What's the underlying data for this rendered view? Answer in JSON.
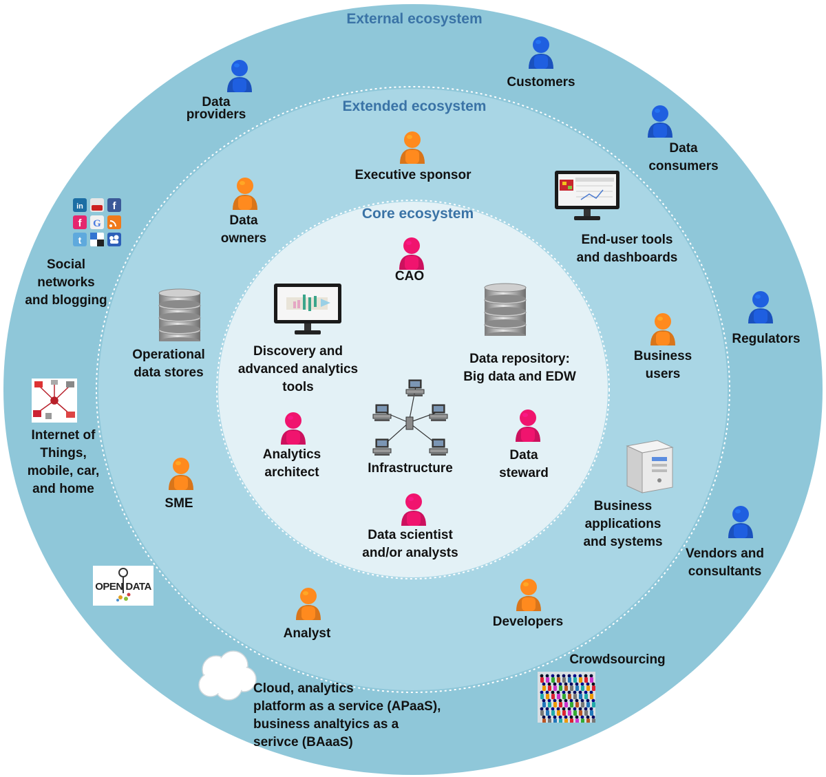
{
  "colors": {
    "outer_ring": "#8fc7d9",
    "middle_ring": "#a9d6e5",
    "core": "#e3f1f6",
    "ring_title": "#3a73a6",
    "external_person": "#1f5fe0",
    "extended_person": "#ff8a1e",
    "core_person": "#f0146e"
  },
  "rings": {
    "external": "External ecosystem",
    "extended": "Extended ecosystem",
    "core": "Core ecosystem"
  },
  "external": {
    "data_providers": [
      "Data",
      "providers"
    ],
    "customers": [
      "Customers"
    ],
    "data_consumers": [
      "Data",
      "consumers"
    ],
    "regulators": [
      "Regulators"
    ],
    "vendors": [
      "Vendors and",
      "consultants"
    ],
    "crowdsourcing": [
      "Crowdsourcing"
    ],
    "cloud": [
      "Cloud, analytics",
      "platform as a service (APaaS),",
      "business analtyics as a",
      "serivce (BAaaS)"
    ],
    "social": [
      "Social",
      "networks",
      "and blogging"
    ],
    "iot": [
      "Internet of",
      "Things,",
      "mobile, car,",
      "and home"
    ],
    "open_data_logo": "OPEN DATA"
  },
  "extended": {
    "executive_sponsor": [
      "Executive sponsor"
    ],
    "data_owners": [
      "Data",
      "owners"
    ],
    "end_user_tools": [
      "End-user tools",
      "and dashboards"
    ],
    "operational_stores": [
      "Operational",
      "data stores"
    ],
    "business_users": [
      "Business",
      "users"
    ],
    "business_apps": [
      "Business",
      "applications",
      "and systems"
    ],
    "sme": [
      "SME"
    ],
    "analyst": [
      "Analyst"
    ],
    "developers": [
      "Developers"
    ]
  },
  "core": {
    "cao": [
      "CAO"
    ],
    "discovery_tools": [
      "Discovery and",
      "advanced analytics",
      "tools"
    ],
    "data_repository": [
      "Data repository:",
      "Big data and EDW"
    ],
    "analytics_architect": [
      "Analytics",
      "architect"
    ],
    "infrastructure": [
      "Infrastructure"
    ],
    "data_steward": [
      "Data",
      "steward"
    ],
    "data_scientist": [
      "Data scientist",
      "and/or analysts"
    ]
  }
}
